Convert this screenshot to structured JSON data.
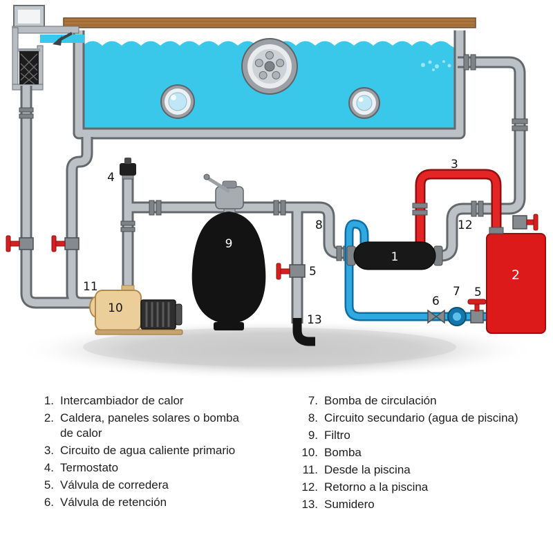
{
  "colors": {
    "water": "#3ac8ea",
    "pipe_gray": "#bcc1c6",
    "hot_primary_circuit": "#e52525",
    "cold_primary_return": "#2fa9e0",
    "boiler_red": "#dc1a1a",
    "valve_handle_red": "#d61f1f",
    "deck_wood": "#ad763f",
    "filter_black": "#131313",
    "pump_beige": "#ecce9b"
  },
  "diagram": {
    "labels": {
      "n1": "1",
      "n2": "2",
      "n3": "3",
      "n4": "4",
      "n5": "5",
      "n6": "6",
      "n7": "7",
      "n8": "8",
      "n9": "9",
      "n10": "10",
      "n11": "11",
      "n12": "12",
      "n13": "13"
    }
  },
  "legend": {
    "left": [
      {
        "num": "1.",
        "text": "Intercambiador de calor"
      },
      {
        "num": "2.",
        "text": "Caldera, paneles solares o bomba",
        "text2": "de calor"
      },
      {
        "num": "3.",
        "text": "Circuito de agua caliente primario"
      },
      {
        "num": "4.",
        "text": "Termostato"
      },
      {
        "num": "5.",
        "text": "Válvula de corredera"
      },
      {
        "num": "6.",
        "text": "Válvula de retención"
      }
    ],
    "right": [
      {
        "num": "7.",
        "text": "Bomba de circulación"
      },
      {
        "num": "8.",
        "text": "Circuito secundario (agua de piscina)"
      },
      {
        "num": "9.",
        "text": "Filtro"
      },
      {
        "num": "10.",
        "text": "Bomba"
      },
      {
        "num": "11.",
        "text": "Desde la piscina"
      },
      {
        "num": "12.",
        "text": "Retorno a la piscina"
      },
      {
        "num": "13.",
        "text": "Sumidero"
      }
    ]
  }
}
